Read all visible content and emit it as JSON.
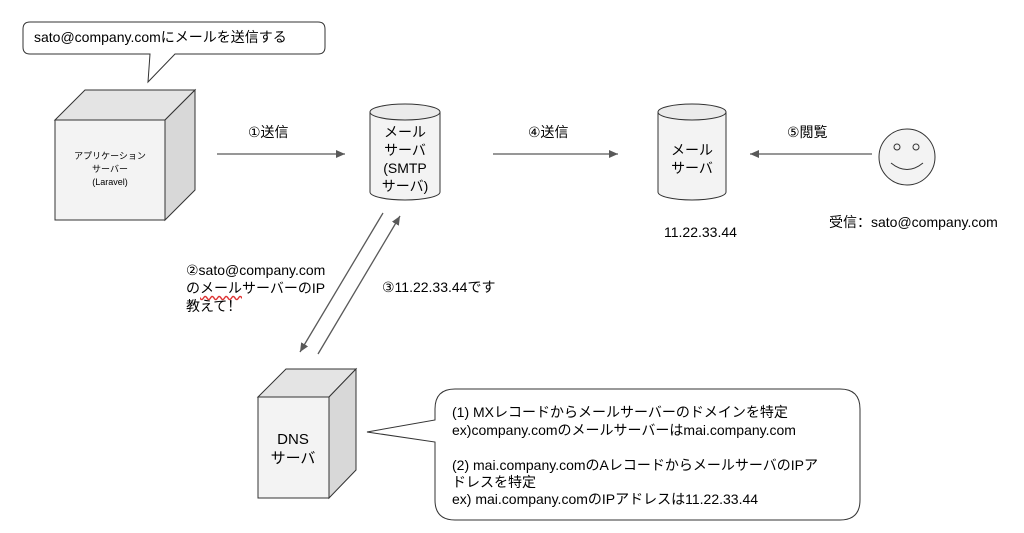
{
  "top_callout": {
    "text": "sato@company.comにメールを送信する"
  },
  "app_server": {
    "label_lines": [
      "アプリケーション",
      "サーバー",
      "(Laravel)"
    ]
  },
  "mail_server_smtp": {
    "label_lines": [
      "メール",
      "サーバ",
      "(SMTP",
      "サーバ)"
    ]
  },
  "mail_server_dest": {
    "label_lines": [
      "メール",
      "サーバ"
    ],
    "ip": "11.22.33.44"
  },
  "dns_server": {
    "label_lines": [
      "DNS",
      "サーバ"
    ]
  },
  "user": {
    "receive_label": "受信：sato@company.com"
  },
  "arrows": {
    "step1": "①送信",
    "step4": "④送信",
    "step5": "⑤閲覧",
    "step2_lines": {
      "line1": "②sato@company.com",
      "line2_a": "の",
      "line2_b": "メール",
      "line2_c": "サーバーのIP",
      "line3": "教えて！"
    },
    "step3": "③11.22.33.44です"
  },
  "dns_callout": {
    "line1": "(1) MXレコードからメールサーバーのドメインを特定",
    "line2": "ex)company.comのメールサーバーはmai.company.com",
    "line3": "(2) mai.company.comのAレコードからメールサーバのIPア",
    "line4": "ドレスを特定",
    "line5": "ex) mai.company.comのIPアドレスは11.22.33.44"
  },
  "colors": {
    "shape_fill": "#f3f3f3",
    "shape_side": "#d8d8d8",
    "shape_top": "#e4e4e4",
    "stroke": "#333333",
    "arrow": "#595959"
  }
}
